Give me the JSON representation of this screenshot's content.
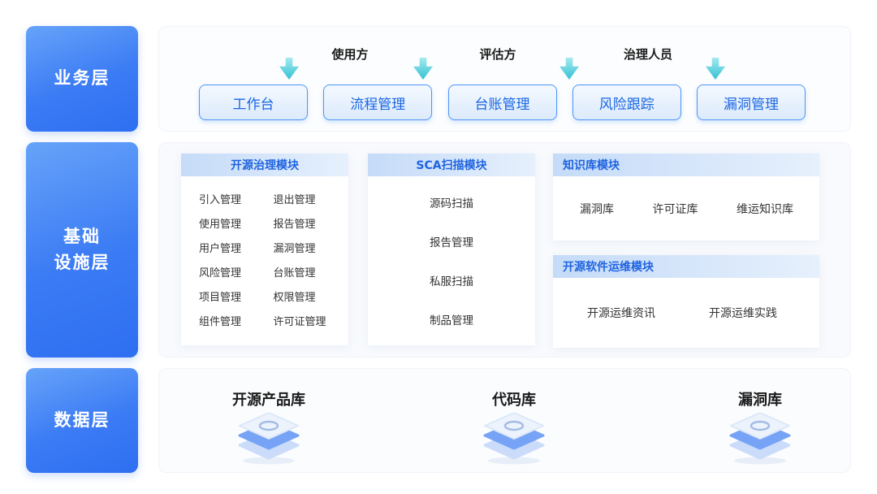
{
  "layers": {
    "business": "业务层",
    "infrastructure": "基础\n设施层",
    "data": "数据层"
  },
  "business_panel": {
    "roles": [
      "使用方",
      "评估方",
      "治理人员"
    ],
    "buttons": [
      "工作台",
      "流程管理",
      "台账管理",
      "风险跟踪",
      "漏洞管理"
    ]
  },
  "infrastructure_panel": {
    "governance": {
      "title": "开源治理模块",
      "items": [
        "引入管理",
        "退出管理",
        "使用管理",
        "报告管理",
        "用户管理",
        "漏洞管理",
        "风险管理",
        "台账管理",
        "项目管理",
        "权限管理",
        "组件管理",
        "许可证管理"
      ]
    },
    "sca": {
      "title": "SCA扫描模块",
      "items": [
        "源码扫描",
        "报告管理",
        "私服扫描",
        "制品管理"
      ]
    },
    "knowledge": {
      "title": "知识库模块",
      "items": [
        "漏洞库",
        "许可证库",
        "维运知识库"
      ]
    },
    "ops": {
      "title": "开源软件运维模块",
      "items": [
        "开源运维资讯",
        "开源运维实践"
      ]
    }
  },
  "data_panel": {
    "databases": [
      "开源产品库",
      "代码库",
      "漏洞库"
    ]
  },
  "icons": {
    "arrow": "arrow-down-icon",
    "database": "database-stack-icon"
  },
  "colors": {
    "layer_gradient_start": "#66A3F9",
    "layer_gradient_end": "#2E6FF2",
    "button_text": "#1A66E2",
    "button_border": "#4D94F7",
    "module_title": "#1F64E0",
    "arrow_cyan": "#33C1D4",
    "panel_bg": "#F8FAFD",
    "body_text": "#333333"
  }
}
